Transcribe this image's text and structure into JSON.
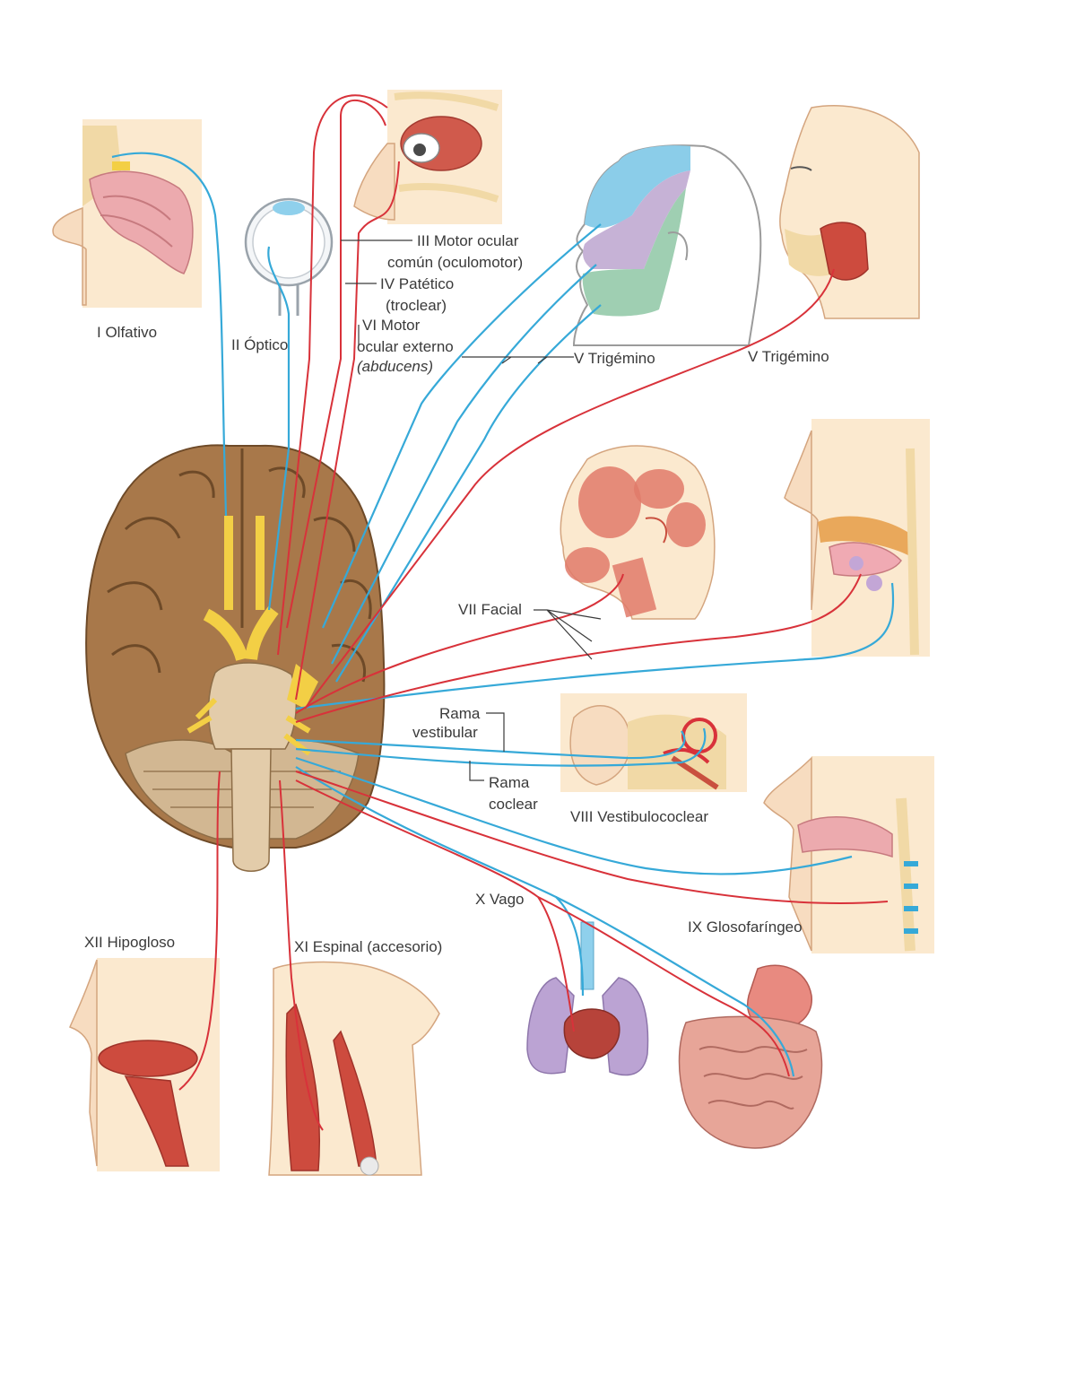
{
  "labels": {
    "olfativo": "I Olfativo",
    "optico": "II Óptico",
    "motor_ocular_comun_1": "III Motor ocular",
    "motor_ocular_comun_2": "común (oculomotor)",
    "patetico_1": "IV Patético",
    "patetico_2": "(troclear)",
    "motor_ocular_externo_1": "VI Motor",
    "motor_ocular_externo_2": "ocular externo",
    "motor_ocular_externo_3": "(abducens)",
    "trigemino_sensitivo": "V Trigémino",
    "trigemino_motor": "V Trigémino",
    "facial": "VII Facial",
    "rama_vestibular_1": "Rama",
    "rama_vestibular_2": "vestibular",
    "rama_coclear_1": "Rama",
    "rama_coclear_2": "coclear",
    "vestibulococlear": "VIII Vestibulococlear",
    "vago": "X Vago",
    "glosofaringeo": "IX Glosofaríngeo",
    "hipogloso": "XII Hipogloso",
    "espinal": "XI Espinal (accesorio)"
  },
  "colors": {
    "sensory": "#36a9d8",
    "motor": "#d8323a",
    "brain": "#a8784a",
    "nerve_root": "#f3cf45",
    "panel": "#fbe9cf",
    "muscle": "#c9503f"
  }
}
